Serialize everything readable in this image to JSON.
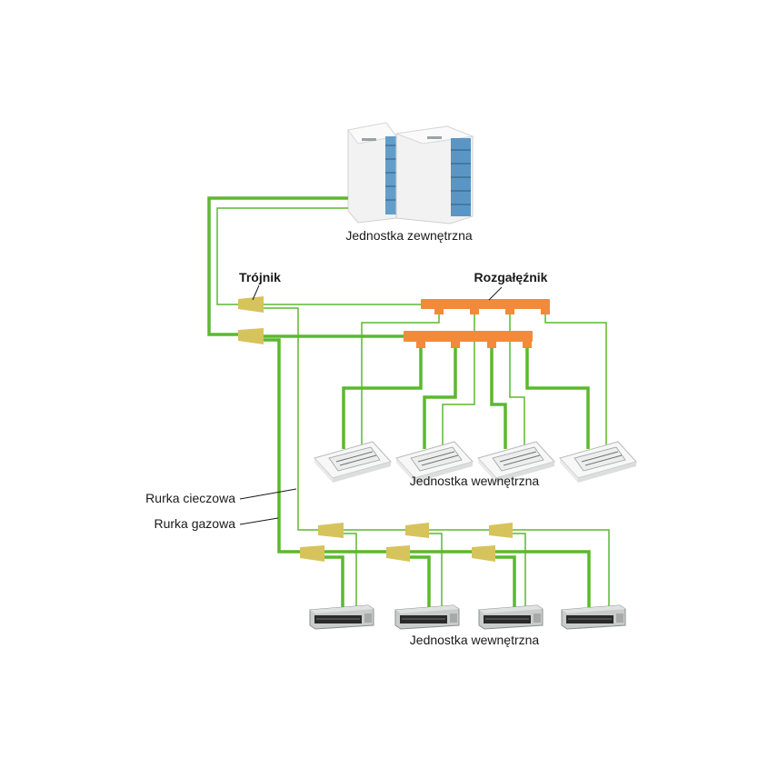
{
  "labels": {
    "outdoor_unit": "Jednostka zewnętrzna",
    "tee": "Trójnik",
    "header": "Rozgałęźnik",
    "liquid_pipe": "Rurka cieczowa",
    "gas_pipe": "Rurka gazowa",
    "indoor_units_cassette": "Jednostka wewnętrzna",
    "indoor_units_duct": "Jednostka wewnętrzna"
  },
  "colors": {
    "pipe": "#5cb82f",
    "header": "#f28a3c",
    "tee": "#d7c35c",
    "text": "#1a1a1a"
  }
}
